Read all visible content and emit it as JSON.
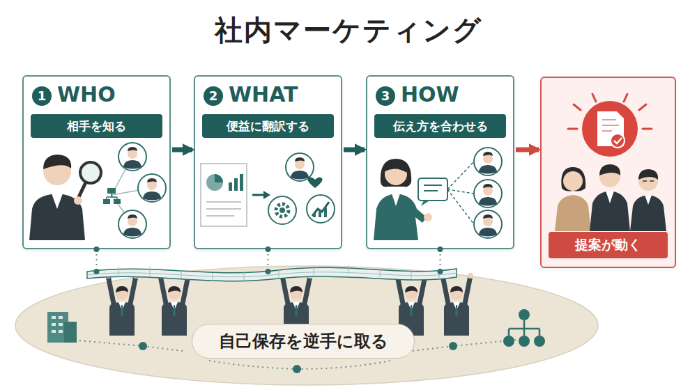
{
  "diagram": {
    "title": "社内マーケティング",
    "nodes": [
      {
        "text": [
          "1",
          "WHO",
          "相手を知る"
        ]
      },
      {
        "text": [
          "2",
          "WHAT",
          "便益に翻訳する"
        ]
      },
      {
        "text": [
          "3",
          "HOW",
          "伝え方を合わせる"
        ]
      },
      {
        "text": [
          "提案が動く"
        ]
      },
      {
        "text": [
          "自己保存を逆手に取る"
        ]
      }
    ],
    "edges": [
      {
        "from": 0,
        "to": 1,
        "arrow": "to"
      },
      {
        "from": 1,
        "to": 2,
        "arrow": "to"
      },
      {
        "from": 2,
        "to": 3,
        "arrow": "to"
      },
      {
        "from": 0,
        "to": 4,
        "arrow": "none"
      },
      {
        "from": 1,
        "to": 4,
        "arrow": "none"
      },
      {
        "from": 2,
        "to": 4,
        "arrow": "none"
      }
    ]
  }
}
